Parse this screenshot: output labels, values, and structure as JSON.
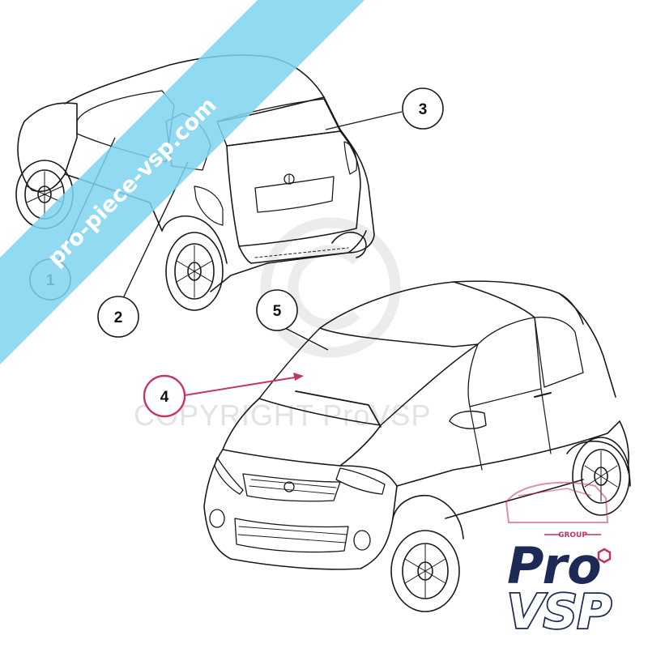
{
  "watermark": {
    "copyright_text": "COPYRIGHT ProVSP"
  },
  "banner": {
    "text": "pro-piece-vsp.com",
    "color": "#7fd3ee"
  },
  "callouts": [
    {
      "number": "1",
      "part": "rear side window left"
    },
    {
      "number": "2",
      "part": "rear side window right"
    },
    {
      "number": "3",
      "part": "rear window"
    },
    {
      "number": "4",
      "part": "windshield",
      "highlight_color": "#c4346e"
    },
    {
      "number": "5",
      "part": "front car"
    }
  ],
  "logo": {
    "group_label": "GROUP",
    "pro_label": "Pro",
    "vsp_label": "VSP",
    "primary_color": "#1d2a55",
    "accent_color": "#c4345a"
  }
}
